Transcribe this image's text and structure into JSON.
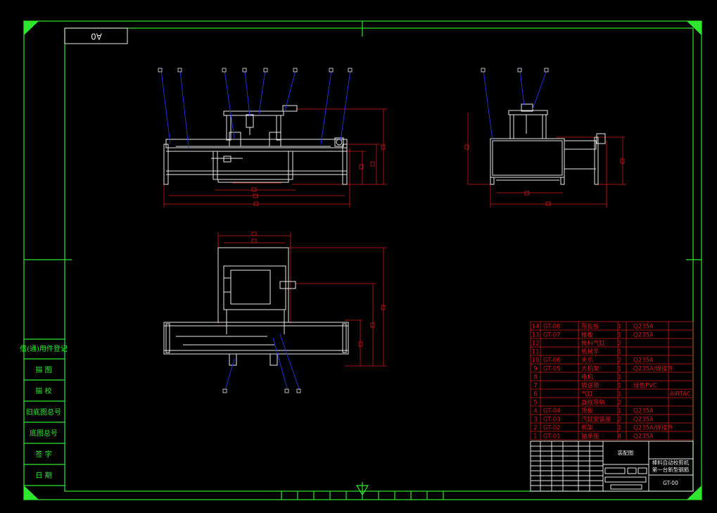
{
  "sheet": {
    "size_label": "A0",
    "drawing_no": "GT-00",
    "title_line1": "棒料自动校剪机",
    "title_line2": "第一台新型钢筋",
    "drawing_kind": "装配图",
    "colors": {
      "frame": "#2ee62e",
      "geometry": "#e8e8e8",
      "dimension": "#d01818",
      "leader": "#2233ee"
    }
  },
  "side_labels": [
    "借(通)用件登记",
    "描 图",
    "描 校",
    "旧底图总号",
    "底图总号",
    "签 字",
    "日 期"
  ],
  "bom": [
    {
      "no": "14",
      "code": "GT-08",
      "name": "限位板",
      "qty": "1",
      "material": "Q235A",
      "note": ""
    },
    {
      "no": "13",
      "code": "GT-07",
      "name": "推板",
      "qty": "1",
      "material": "Q235A",
      "note": ""
    },
    {
      "no": "12",
      "code": "",
      "name": "推料气缸",
      "qty": "2",
      "material": "",
      "note": ""
    },
    {
      "no": "11",
      "code": "",
      "name": "机械手",
      "qty": "1",
      "material": "",
      "note": ""
    },
    {
      "no": "10",
      "code": "GT-06",
      "name": "夹爪",
      "qty": "2",
      "material": "Q235A",
      "note": ""
    },
    {
      "no": "9",
      "code": "GT-05",
      "name": "大机架",
      "qty": "1",
      "material": "Q235A/焊接件",
      "note": ""
    },
    {
      "no": "8",
      "code": "",
      "name": "电机",
      "qty": "1",
      "material": "",
      "note": ""
    },
    {
      "no": "7",
      "code": "",
      "name": "输送带",
      "qty": "1",
      "material": "绿色PVC",
      "note": ""
    },
    {
      "no": "6",
      "code": "",
      "name": "气缸",
      "qty": "1",
      "material": "",
      "note": "AIRTAC"
    },
    {
      "no": "5",
      "code": "",
      "name": "直线导轨",
      "qty": "2",
      "material": "",
      "note": ""
    },
    {
      "no": "4",
      "code": "GT-04",
      "name": "顶板",
      "qty": "1",
      "material": "Q235A",
      "note": ""
    },
    {
      "no": "3",
      "code": "GT-03",
      "name": "汽缸安装座",
      "qty": "2",
      "material": "Q235A",
      "note": ""
    },
    {
      "no": "2",
      "code": "GT-02",
      "name": "机架",
      "qty": "1",
      "material": "Q235A/焊接件",
      "note": ""
    },
    {
      "no": "1",
      "code": "GT-01",
      "name": "轴承座",
      "qty": "4",
      "material": "Q235A",
      "note": ""
    }
  ]
}
